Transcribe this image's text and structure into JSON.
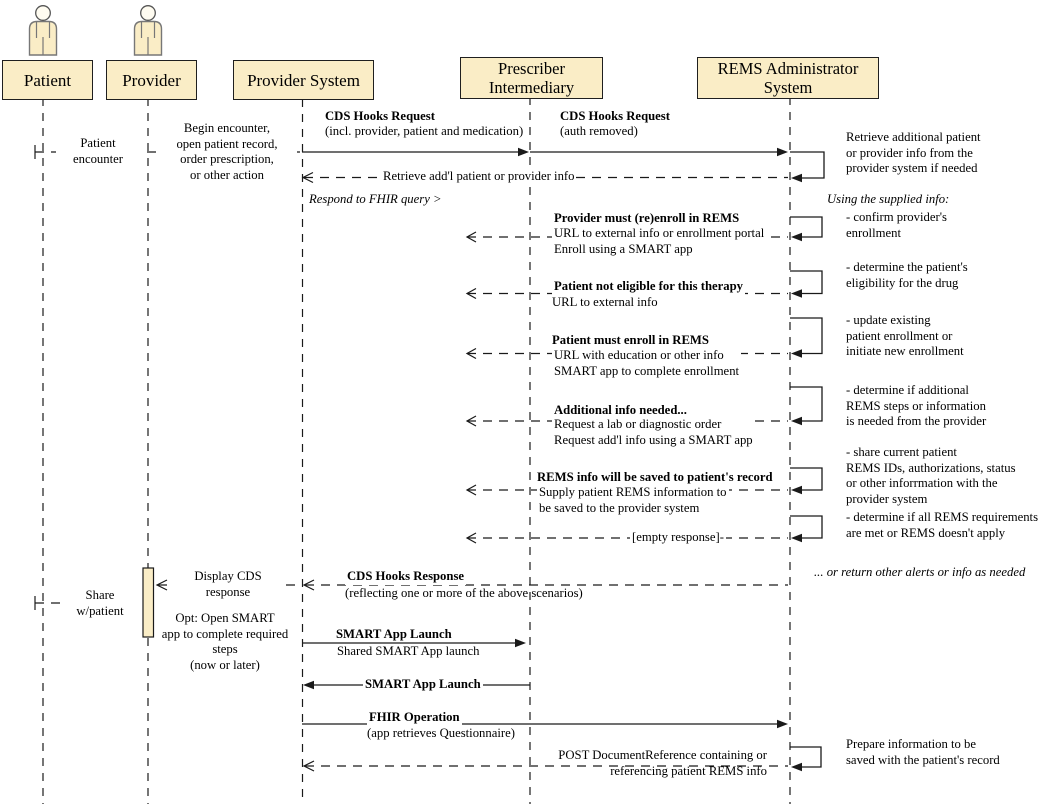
{
  "diagram_type": "UML sequence diagram - REMS CDS Hooks workflow",
  "colors": {
    "box_fill": "#FAEDC6",
    "box_border": "#1f1f1f",
    "line": "#1a1a1a",
    "background": "#ffffff"
  },
  "lanes": {
    "patient": {
      "label": "Patient"
    },
    "provider": {
      "label": "Provider"
    },
    "provider_system": {
      "label": "Provider System"
    },
    "prescriber_intermediary": {
      "label": "Prescriber Intermediary"
    },
    "rems_admin": {
      "label": "REMS Administrator System"
    }
  },
  "messages": {
    "patient_encounter": "Patient\nencounter",
    "begin_encounter": "Begin encounter,\nopen patient record,\norder prescription,\nor other action",
    "cds_request_ps": {
      "title": "CDS Hooks Request",
      "desc": "(incl. provider, patient and medication)"
    },
    "cds_request_pi": {
      "title": "CDS Hooks Request",
      "desc": "(auth removed)"
    },
    "retrieve_addl": "Retrieve add'l patient or provider info",
    "respond_fhir": "Respond to FHIR query >",
    "empty_response": "[empty response]-",
    "cds_response": {
      "title": "CDS Hooks Response",
      "desc": "(reflecting one or more of the above scenarios)"
    },
    "display_cds": "Display CDS\nresponse",
    "share_w_patient": "Share\nw/patient",
    "opt_smart": "Opt: Open SMART\napp to complete required\nsteps\n(now or later)",
    "smart_launch": {
      "title": "SMART App Launch",
      "desc": "Shared SMART App launch"
    },
    "smart_launch_return": "SMART App Launch",
    "fhir_operation": {
      "title": "FHIR Operation",
      "desc": "(app retrieves Questionnaire)"
    },
    "post_docref": "POST DocumentReference containing or\nreferencing patient REMS info"
  },
  "scenarios": [
    {
      "title": "Provider must (re)enroll in REMS",
      "desc": "URL to external info or enrollment portal\nEnroll using a SMART app"
    },
    {
      "title": "Patient not eligible for this therapy",
      "desc": "URL to external info"
    },
    {
      "title": "Patient must enroll in REMS",
      "desc": "URL with education or other info\nSMART app to complete enrollment"
    },
    {
      "title": "Additional info needed...",
      "desc": "Request a lab or diagnostic order\nRequest add'l info using a SMART app"
    },
    {
      "title": "REMS info will be saved to patient's record",
      "desc": "Supply patient REMS information to\nbe saved to the provider system"
    }
  ],
  "rems_notes": {
    "retrieve": "Retrieve additional patient\nor provider info from the\nprovider system if needed",
    "using_info": "Using the supplied info:",
    "confirm": "- confirm provider's\nenrollment",
    "eligibility": "- determine the patient's\neligibility for the drug",
    "update": "- update existing\npatient enrollment or\ninitiate new enrollment",
    "additional": "- determine if additional\nREMS steps or information\nis needed from the provider",
    "share": "- share current patient\nREMS IDs, authorizations, status\nor other inforrmation with the\nprovider system",
    "requirements": "- determine if all REMS requirements\nare met or REMS doesn't apply",
    "other_alerts": "... or return other alerts or info as needed",
    "prepare": "Prepare information to be\nsaved with the patient's record"
  }
}
